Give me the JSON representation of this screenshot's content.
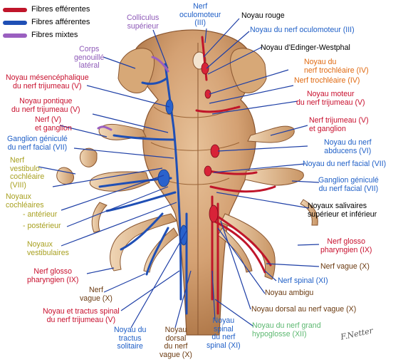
{
  "legend": [
    {
      "label": "Fibres efférentes",
      "color": "#c0152a"
    },
    {
      "label": "Fibres afférentes",
      "color": "#1f4fb5"
    },
    {
      "label": "Fibres mixtes",
      "color": "#9a5fc0"
    }
  ],
  "colors": {
    "efferent": "#c0152a",
    "afferent": "#1f4fb5",
    "mixed": "#9a5fc0",
    "label_blue": "#1f5fc7",
    "label_orange": "#e06a12",
    "label_olive": "#a8a020",
    "label_purple": "#8e5ab8",
    "label_brown": "#6b3a10",
    "label_green": "#5cb870",
    "label_black": "#000000",
    "label_crimson": "#c8102e",
    "tissue": "#d8aa80",
    "tissue_dark": "#a86d40"
  },
  "labels": {
    "colliculus": [
      "Colliculus",
      "supérieur"
    ],
    "nerf_oculomoteur": [
      "Nerf",
      "oculomoteur",
      "(III)"
    ],
    "noyau_rouge": [
      "Noyau rouge"
    ],
    "noyau_oculomoteur": [
      "Noyau du nerf oculomoteur (III)"
    ],
    "corps_genouille": [
      "Corps",
      "genouillé",
      "latéral"
    ],
    "edinger": [
      "Noyau d’Edinger-Westphal"
    ],
    "noyau_trochleaire": [
      "Noyau du",
      "nerf trochléaire (IV)"
    ],
    "mesencephalique": [
      "Noyau mésencéphalique",
      "du nerf trijumeau (V)"
    ],
    "nerf_trochleaire": [
      "Nerf trochléaire (IV)"
    ],
    "noyau_moteur_v": [
      "Noyau moteur",
      "du nerf trijumeau (V)"
    ],
    "pontique": [
      "Noyau pontique",
      "du nerf trijumeau (V)"
    ],
    "nerf_v_ganglion_r": [
      "Nerf trijumeau (V)",
      "et ganglion"
    ],
    "nerf_v_ganglion_l": [
      "Nerf (V)",
      "et ganglion"
    ],
    "ganglion_genicule_l": [
      "Ganglion géniculé",
      "du nerf facial (VII)"
    ],
    "noyau_abducens": [
      "Noyau du nerf",
      "abducens (VI)"
    ],
    "nerf_viii": [
      "Nerf",
      "vestibulo-",
      "cochléaire",
      "(VIII)"
    ],
    "noyau_facial": [
      "Noyau du nerf facial (VII)"
    ],
    "ganglion_genicule_r": [
      "Ganglion géniculé",
      "du nerf facial (VII)"
    ],
    "cochleaires": [
      "Noyaux",
      "cochléaires"
    ],
    "anterieur": [
      "- antérieur"
    ],
    "posterieur": [
      "- postérieur"
    ],
    "salivaires": [
      "Noyaux salivaires",
      "supérieur et inférieur"
    ],
    "vestibulaires": [
      "Noyaux",
      "vestibulaires"
    ],
    "nerf_glosso_r": [
      "Nerf glosso",
      "pharyngien (IX)"
    ],
    "nerf_glosso_l": [
      "Nerf glosso",
      "pharyngien (IX)"
    ],
    "nerf_vague_r": [
      "Nerf vague (X)"
    ],
    "nerf_spinal": [
      "Nerf spinal (XI)"
    ],
    "nerf_vague_l": [
      "Nerf",
      "vague (X)"
    ],
    "noyau_ambigu": [
      "Noyau ambigu"
    ],
    "tractus_spinal": [
      "Noyau et tractus spinal",
      "du nerf trijumeau (V)"
    ],
    "dorsal_vague": [
      "Noyau dorsal au nerf vague (X)"
    ],
    "tractus_solitaire": [
      "Noyau du",
      "tractus",
      "solitaire"
    ],
    "noyau_dorsal_col": [
      "Noyau",
      "dorsal",
      "du nerf",
      "vague (X)"
    ],
    "noyau_spinal_col": [
      "Noyau",
      "spinal",
      "du nerf",
      "spinal (XI)"
    ],
    "hypoglosse": [
      "Noyau du nerf grand",
      "hypoglosse (XII)"
    ]
  },
  "signature": "F.Netter"
}
